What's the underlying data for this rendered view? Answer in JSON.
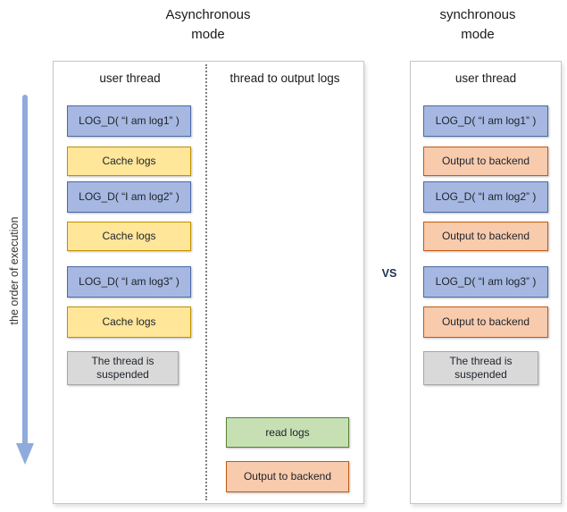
{
  "titles": {
    "async": "Asynchronous\nmode",
    "sync": "synchronous\nmode"
  },
  "vs_label": "VS",
  "execution_axis": {
    "label": "the order of execution",
    "arrow_color": "#8FAADC",
    "direction": "down"
  },
  "palette": {
    "log_call_fill": "#A6B8E1",
    "log_call_border": "#4A69A5",
    "cache_fill": "#FFE699",
    "cache_border": "#BF9000",
    "read_fill": "#C6E0B4",
    "read_border": "#548235",
    "output_fill": "#F8CBAD",
    "output_border": "#C55A11",
    "suspended_fill": "#D9D9D9",
    "suspended_border": "#A6A6A6"
  },
  "async_panel": {
    "user_thread": {
      "header": "user thread",
      "boxes": [
        {
          "label": "LOG_D( “I am log1” )",
          "type": "log-call"
        },
        {
          "label": "Cache logs",
          "type": "cache"
        },
        {
          "label": "LOG_D( “I am log2” )",
          "type": "log-call"
        },
        {
          "label": "Cache logs",
          "type": "cache"
        },
        {
          "label": "LOG_D( “I am log3” )",
          "type": "log-call"
        },
        {
          "label": "Cache logs",
          "type": "cache"
        },
        {
          "label": "The thread is\nsuspended",
          "type": "suspended"
        }
      ]
    },
    "output_thread": {
      "header": "thread to output logs",
      "boxes": [
        {
          "label": "read logs",
          "type": "read"
        },
        {
          "label": "Output to backend",
          "type": "output"
        }
      ]
    }
  },
  "sync_panel": {
    "user_thread": {
      "header": "user thread",
      "boxes": [
        {
          "label": "LOG_D( “I am log1” )",
          "type": "log-call"
        },
        {
          "label": "Output to backend",
          "type": "output"
        },
        {
          "label": "LOG_D( “I am log2” )",
          "type": "log-call"
        },
        {
          "label": "Output to backend",
          "type": "output"
        },
        {
          "label": "LOG_D( “I am log3” )",
          "type": "log-call"
        },
        {
          "label": "Output to backend",
          "type": "output"
        },
        {
          "label": "The thread is\nsuspended",
          "type": "suspended"
        }
      ]
    }
  }
}
